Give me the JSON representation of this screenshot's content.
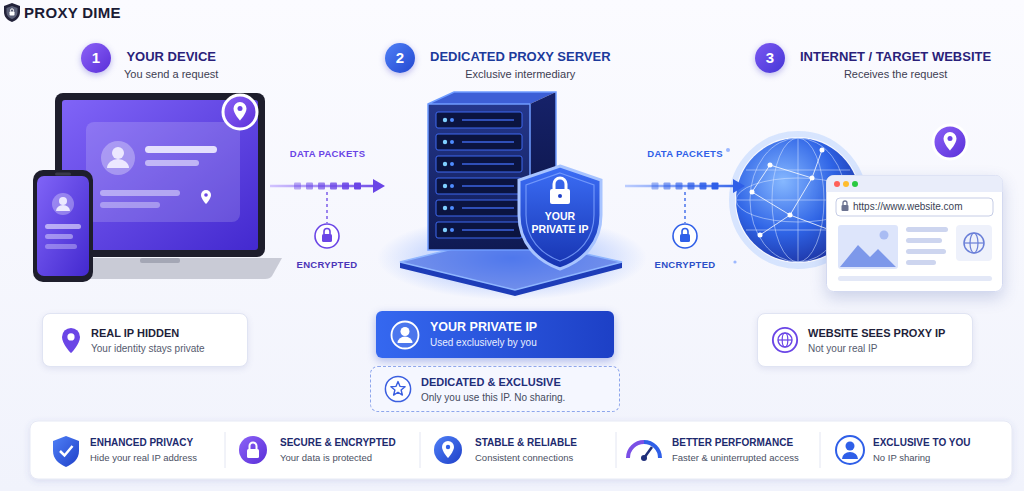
{
  "diagram": {
    "nodes": [
      {
        "text": [
          "YOUR DEVICE",
          "You send a request"
        ]
      },
      {
        "text": [
          "1"
        ],
        "in": 0
      },
      {
        "text": [
          "DEDICATED PROXY SERVER",
          "Exclusive intermediary"
        ]
      },
      {
        "text": [
          "2"
        ],
        "in": 2
      },
      {
        "text": [
          "YOUR PRIVATE IP"
        ],
        "in": 2
      },
      {
        "text": [
          "INTERNET / TARGET WEBSITE",
          "Receives the request"
        ]
      },
      {
        "text": [
          "3"
        ],
        "in": 5
      },
      {
        "text": [
          "https://www.website.com"
        ],
        "in": 5
      },
      {
        "text": [
          "REAL IP HIDDEN",
          "Your identity stays private"
        ]
      },
      {
        "text": [
          "YOUR PRIVATE IP",
          "Used exclusively by you"
        ]
      },
      {
        "text": [
          "DEDICATED & EXCLUSIVE",
          "Only you use this IP. No sharing."
        ]
      },
      {
        "text": [
          "WEBSITE SEES PROXY IP",
          "Not your real IP"
        ]
      }
    ],
    "edges": [
      {
        "from": 0,
        "to": 2,
        "arrow": "to",
        "label": "DATA PACKETS"
      },
      {
        "from": 2,
        "to": 5,
        "arrow": "to",
        "label": "DATA PACKETS"
      }
    ],
    "labels": [
      "PROXY DIME",
      "ENCRYPTED",
      "ENCRYPTED",
      "ENHANCED PRIVACY",
      "Hide your real IP address",
      "SECURE & ENCRYPTED",
      "Your data is protected",
      "STABLE & RELIABLE",
      "Consistent connections",
      "BETTER PERFORMANCE",
      "Faster & uninterrupted access",
      "EXCLUSIVE TO YOU",
      "No IP sharing"
    ]
  }
}
